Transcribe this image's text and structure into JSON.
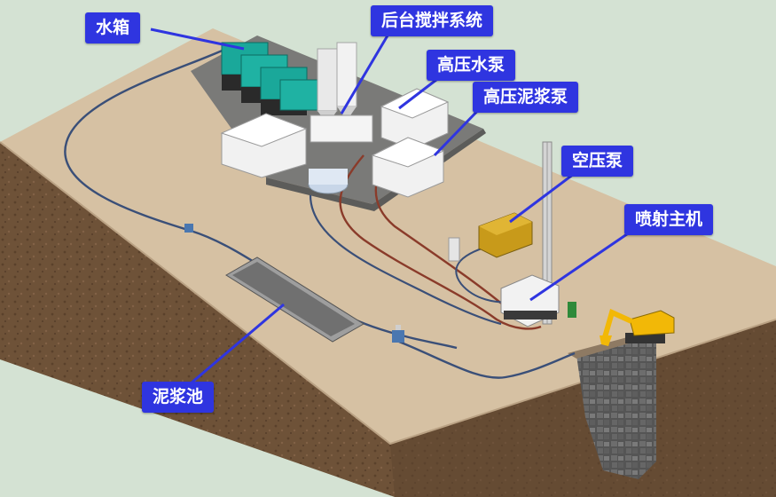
{
  "colors": {
    "background": "#d4e2d3",
    "ground_top": "#d6c1a3",
    "soil": "#6e5238",
    "label_bg": "#2f35e0",
    "label_text": "#ffffff",
    "water_tank": "#1aa89a",
    "pipe_red": "#8a3b2a",
    "pipe_blue": "#3a4f78",
    "excavator": "#f2b807"
  },
  "labels": {
    "water_tank": "水箱",
    "mixing_system": "后台搅拌系统",
    "hp_water_pump": "高压水泵",
    "hp_slurry_pump": "高压泥浆泵",
    "air_compressor": "空压泵",
    "jet_rig": "喷射主机",
    "slurry_pit": "泥浆池"
  }
}
